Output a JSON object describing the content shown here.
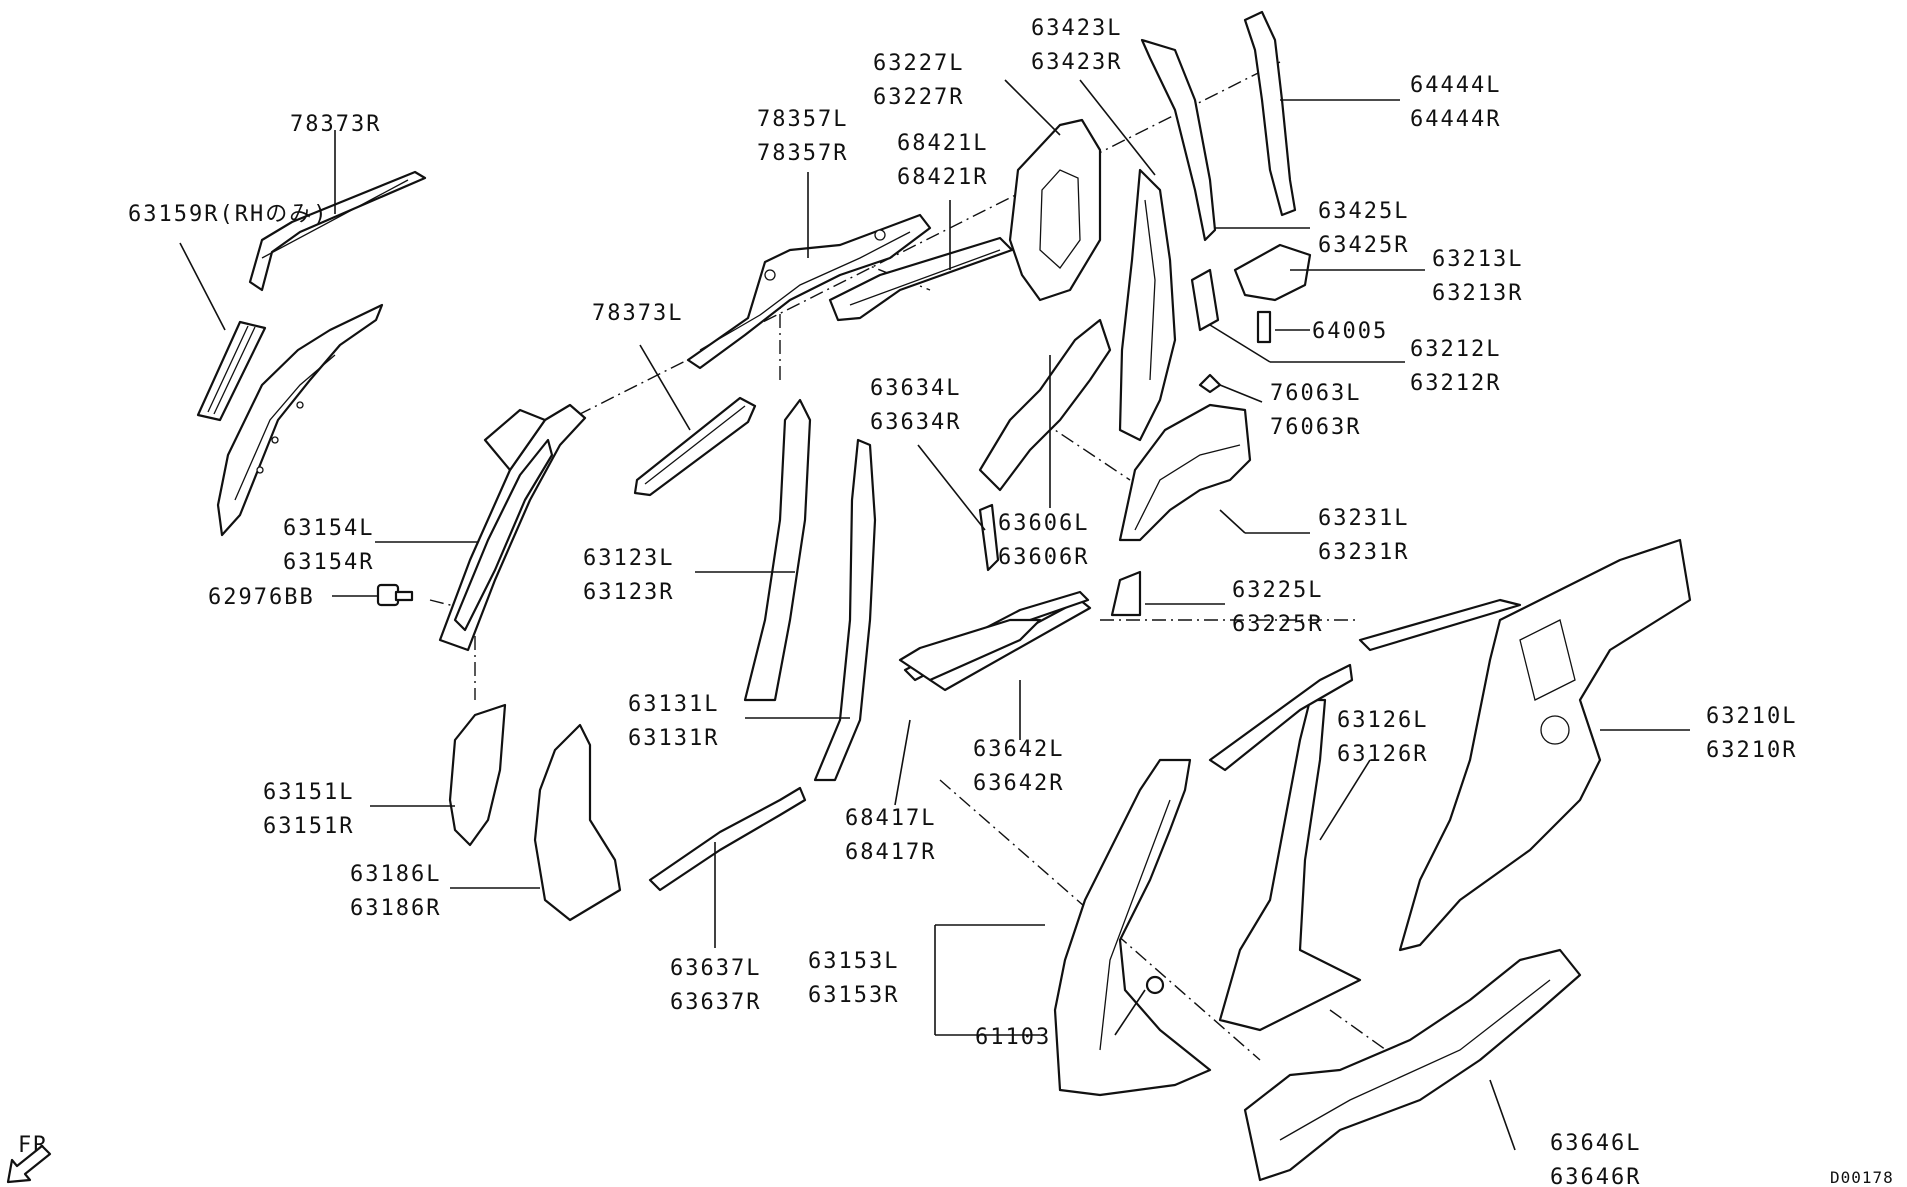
{
  "labels": {
    "p78373R": "78373R",
    "p63159R": "63159R(RHのみ)",
    "p78357L": "78357L",
    "p78357R": "78357R",
    "p63227L": "63227L",
    "p63227R": "63227R",
    "p68421L": "68421L",
    "p68421R": "68421R",
    "p63423L": "63423L",
    "p63423R": "63423R",
    "p64444L": "64444L",
    "p64444R": "64444R",
    "p63425L": "63425L",
    "p63425R": "63425R",
    "p63213L": "63213L",
    "p63213R": "63213R",
    "p64005": "64005",
    "p63212L": "63212L",
    "p63212R": "63212R",
    "p76063L": "76063L",
    "p76063R": "76063R",
    "p78373L": "78373L",
    "p63634L": "63634L",
    "p63634R": "63634R",
    "p63154L": "63154L",
    "p63154R": "63154R",
    "p62976BB": "62976BB",
    "p63606L": "63606L",
    "p63606R": "63606R",
    "p63231L": "63231L",
    "p63231R": "63231R",
    "p63123L": "63123L",
    "p63123R": "63123R",
    "p63225L": "63225L",
    "p63225R": "63225R",
    "p63131L": "63131L",
    "p63131R": "63131R",
    "p63126L": "63126L",
    "p63126R": "63126R",
    "p63210L": "63210L",
    "p63210R": "63210R",
    "p63151L": "63151L",
    "p63151R": "63151R",
    "p63642L": "63642L",
    "p63642R": "63642R",
    "p63186L": "63186L",
    "p63186R": "63186R",
    "p68417L": "68417L",
    "p68417R": "68417R",
    "p63153L": "63153L",
    "p63153R": "63153R",
    "p63637L": "63637L",
    "p63637R": "63637R",
    "p61103": "61103",
    "p63646L": "63646L",
    "p63646R": "63646R",
    "fr": "FR",
    "drawing_no": "D00178"
  }
}
